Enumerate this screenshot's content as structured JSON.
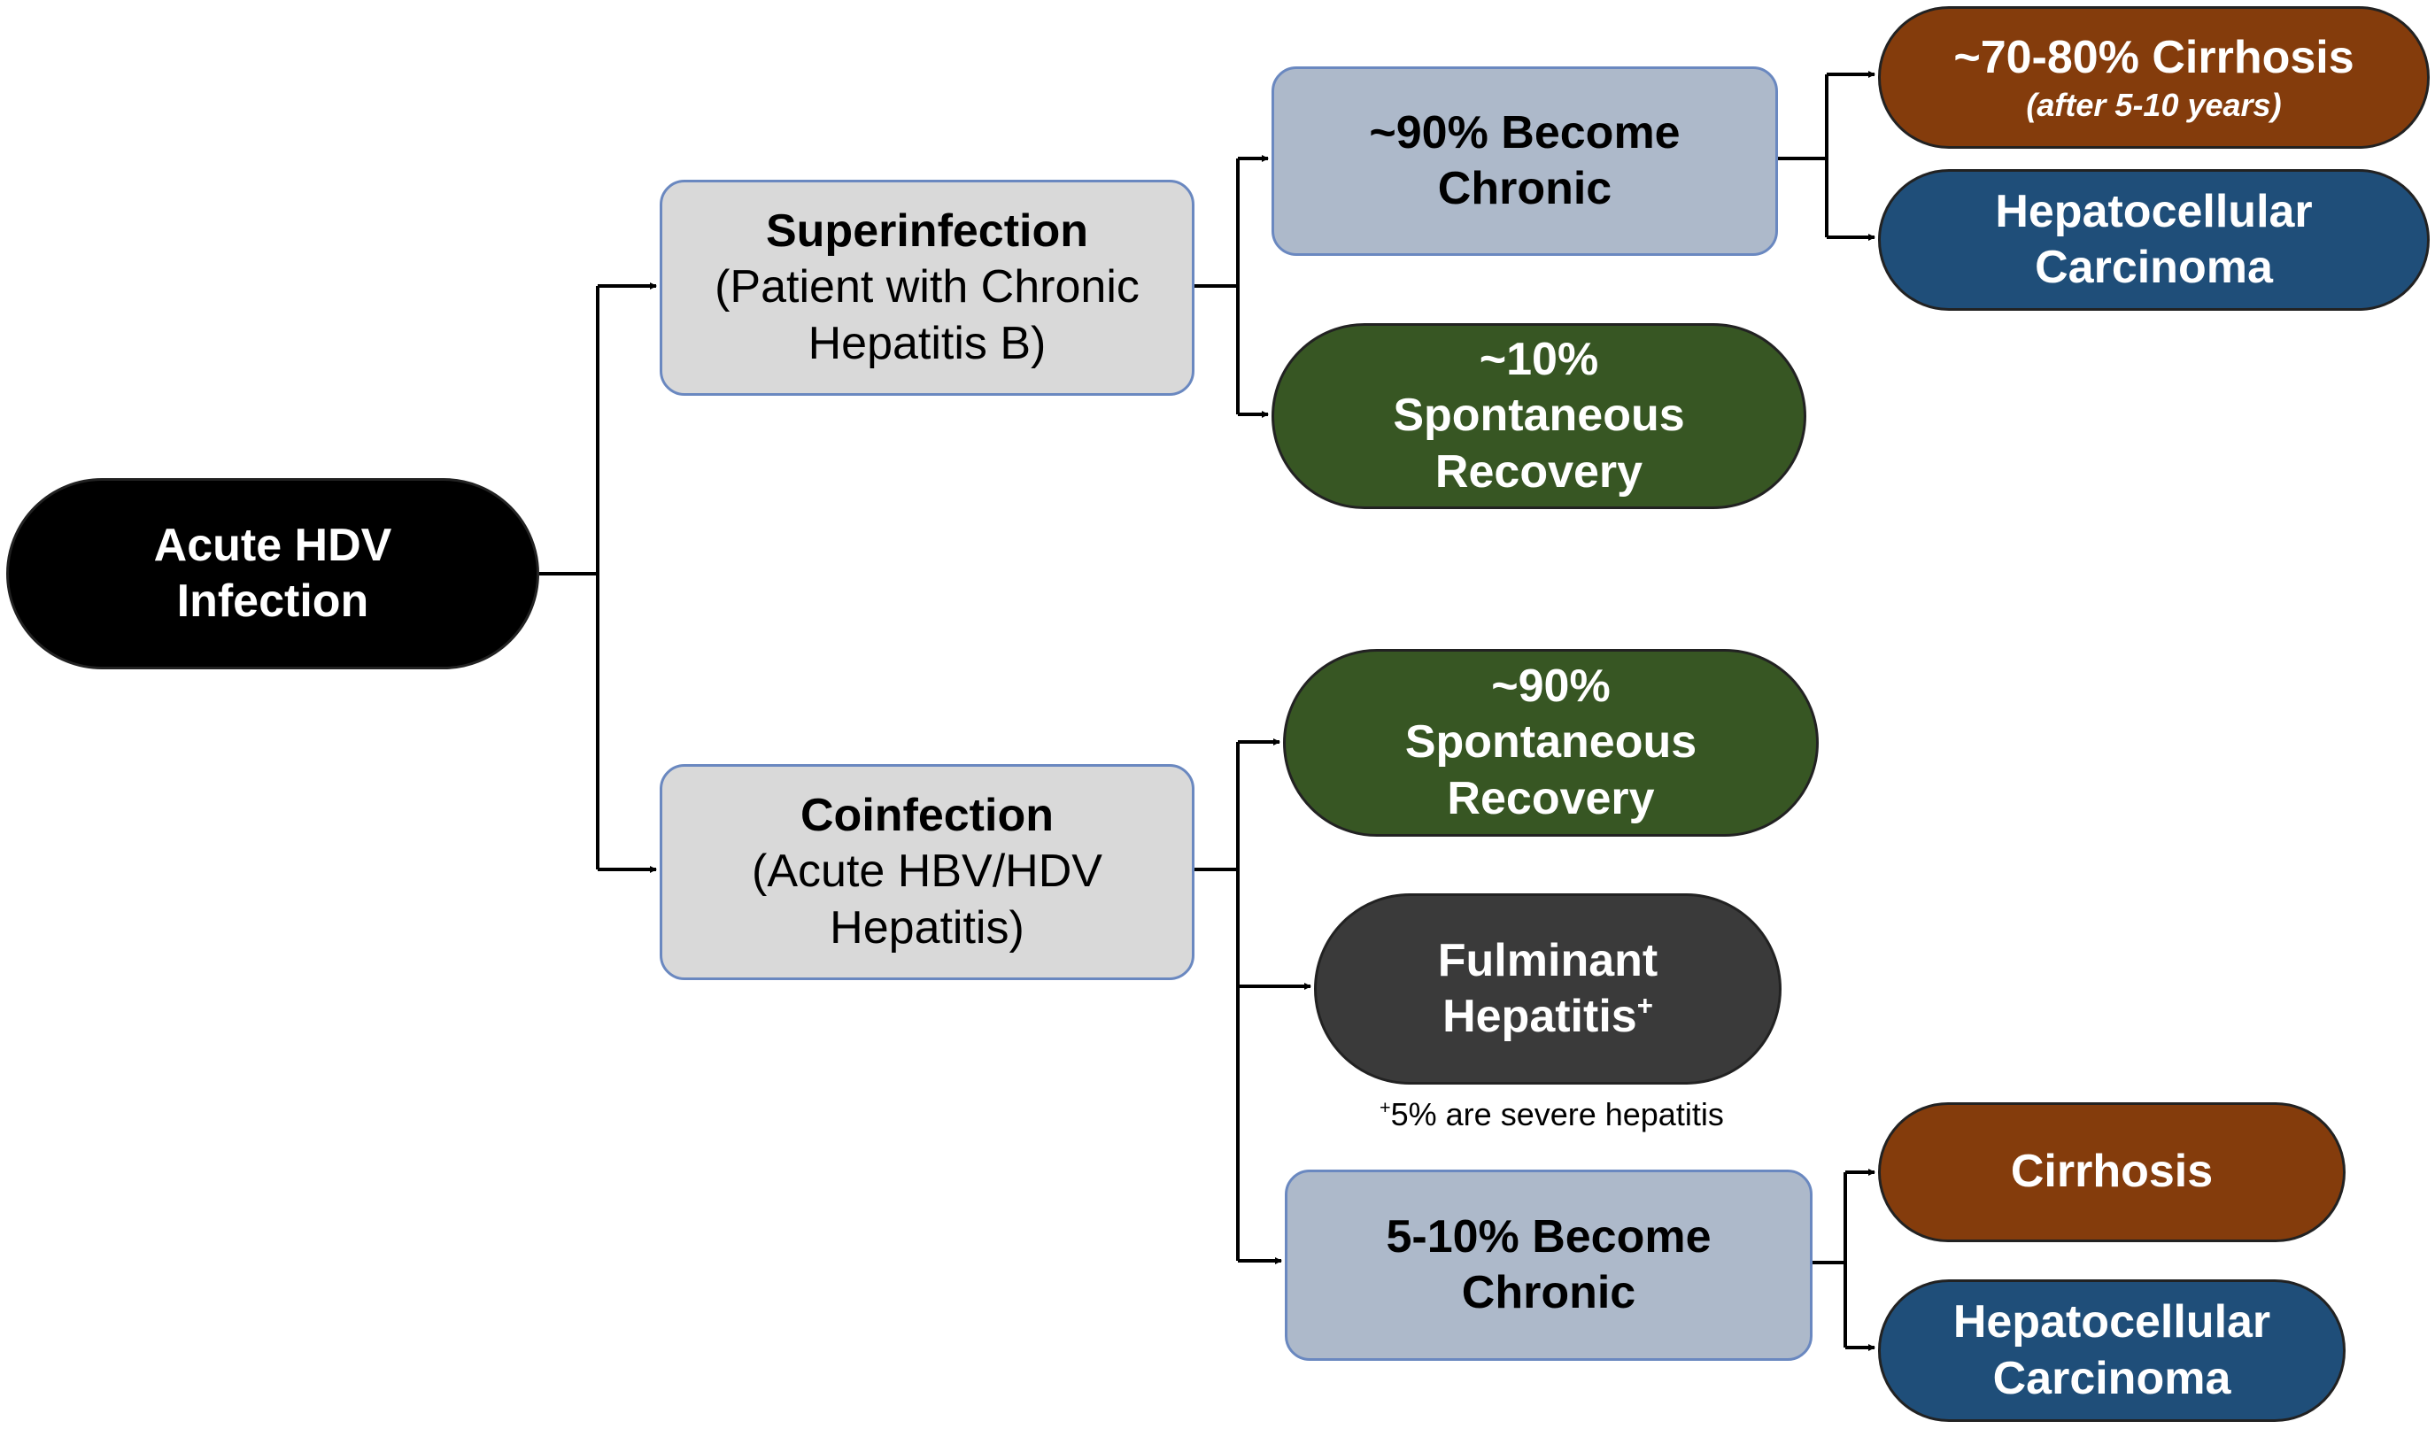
{
  "nodes": {
    "acute": {
      "lines": [
        "Acute HDV",
        "Infection"
      ],
      "color": "#000000"
    },
    "superinfection": {
      "title": "Superinfection",
      "lines": [
        "(Patient with Chronic",
        "Hepatitis B)"
      ],
      "color": "#d9d9d9"
    },
    "coinfection": {
      "title": "Coinfection",
      "lines": [
        "(Acute HBV/HDV",
        "Hepatitis)"
      ],
      "color": "#d9d9d9"
    },
    "super_chronic": {
      "lines": [
        "~90% Become",
        "Chronic"
      ],
      "color": "#adb9ca"
    },
    "super_recovery": {
      "lines": [
        "~10%",
        "Spontaneous",
        "Recovery"
      ],
      "color": "#375623"
    },
    "super_cirrhosis": {
      "lines": [
        "~70-80% Cirrhosis"
      ],
      "note": "(after 5-10 years)",
      "color": "#843c0c"
    },
    "super_hcc": {
      "lines": [
        "Hepatocellular",
        "Carcinoma"
      ],
      "color": "#1f4e79"
    },
    "co_recovery": {
      "lines": [
        "~90%",
        "Spontaneous",
        "Recovery"
      ],
      "color": "#375623"
    },
    "co_fulminant": {
      "lines": [
        "Fulminant",
        "Hepatitis"
      ],
      "mark": "+",
      "color": "#3a3a3a"
    },
    "co_chronic": {
      "lines": [
        "5-10% Become",
        "Chronic"
      ],
      "color": "#adb9ca"
    },
    "co_cirrhosis": {
      "lines": [
        "Cirrhosis"
      ],
      "color": "#843c0c"
    },
    "co_hcc": {
      "lines": [
        "Hepatocellular",
        "Carcinoma"
      ],
      "color": "#1f4e79"
    }
  },
  "footnote": {
    "mark": "+",
    "text": "5% are severe hepatitis"
  }
}
